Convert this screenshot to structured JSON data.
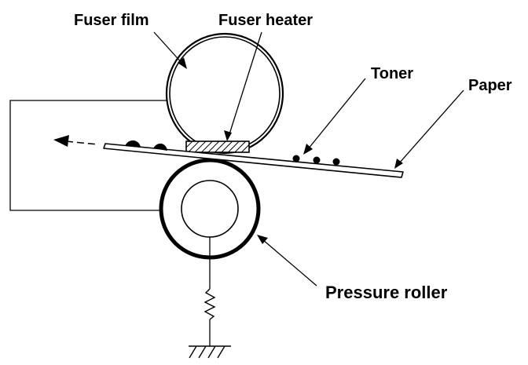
{
  "labels": {
    "fuser_film": "Fuser film",
    "fuser_heater": "Fuser heater",
    "toner": "Toner",
    "paper": "Paper",
    "pressure_roller": "Pressure roller"
  },
  "colors": {
    "ink": "#000000",
    "background": "#ffffff"
  },
  "icons": {
    "feed_direction": "arrow-left-icon",
    "ground": "ground-icon",
    "resistor": "resistor-icon"
  }
}
